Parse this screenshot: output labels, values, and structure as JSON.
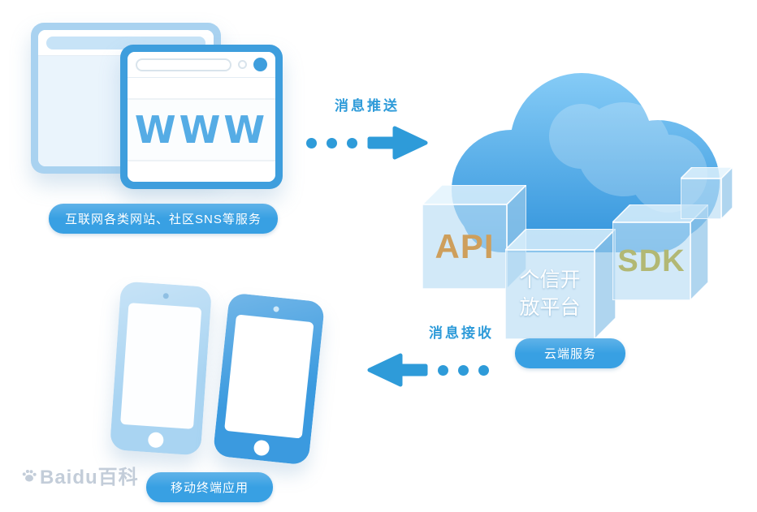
{
  "diagram": {
    "web_label": "互联网各类网站、社区SNS等服务",
    "www_text": "WWW",
    "push_label": "消息推送",
    "receive_label": "消息接收",
    "cloud_pill": "云端服务",
    "mobile_label": "移动终端应用",
    "cubes": {
      "api": "API",
      "platform": "个信开放平台",
      "sdk": "SDK"
    },
    "watermark": "Baidu百科"
  },
  "colors": {
    "primary_blue": "#2E9BD9",
    "pill_blue": "#38A0E3",
    "frame_blue": "#3E9EDD",
    "frame_light": "#A9D2F0",
    "light_phone": "#A9D4F2",
    "dark_phone": "#3B9ADF",
    "api_text": "#CE9F5C",
    "sdk_text": "#B2B874",
    "cloud_top": "#85CBF6",
    "cloud_bottom": "#2F92DB",
    "watermark": "#C3CDD9"
  }
}
